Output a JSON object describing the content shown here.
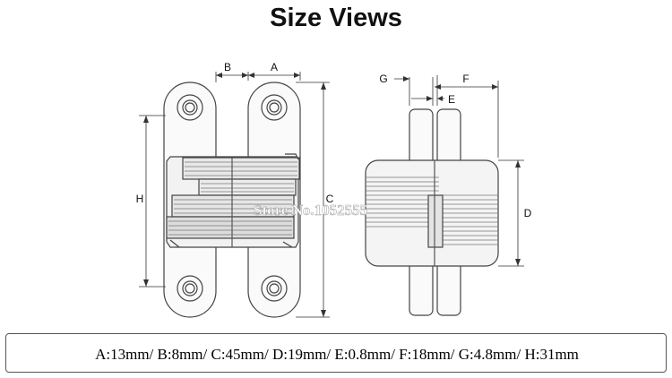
{
  "title": "Size Views",
  "labels": {
    "A": "A",
    "B": "B",
    "C": "C",
    "D": "D",
    "E": "E",
    "F": "F",
    "G": "G",
    "H": "H"
  },
  "watermark": "Store No.1052555",
  "spec_line": "A:13mm/ B:8mm/ C:45mm/ D:19mm/ E:0.8mm/ F:18mm/ G:4.8mm/ H:31mm"
}
